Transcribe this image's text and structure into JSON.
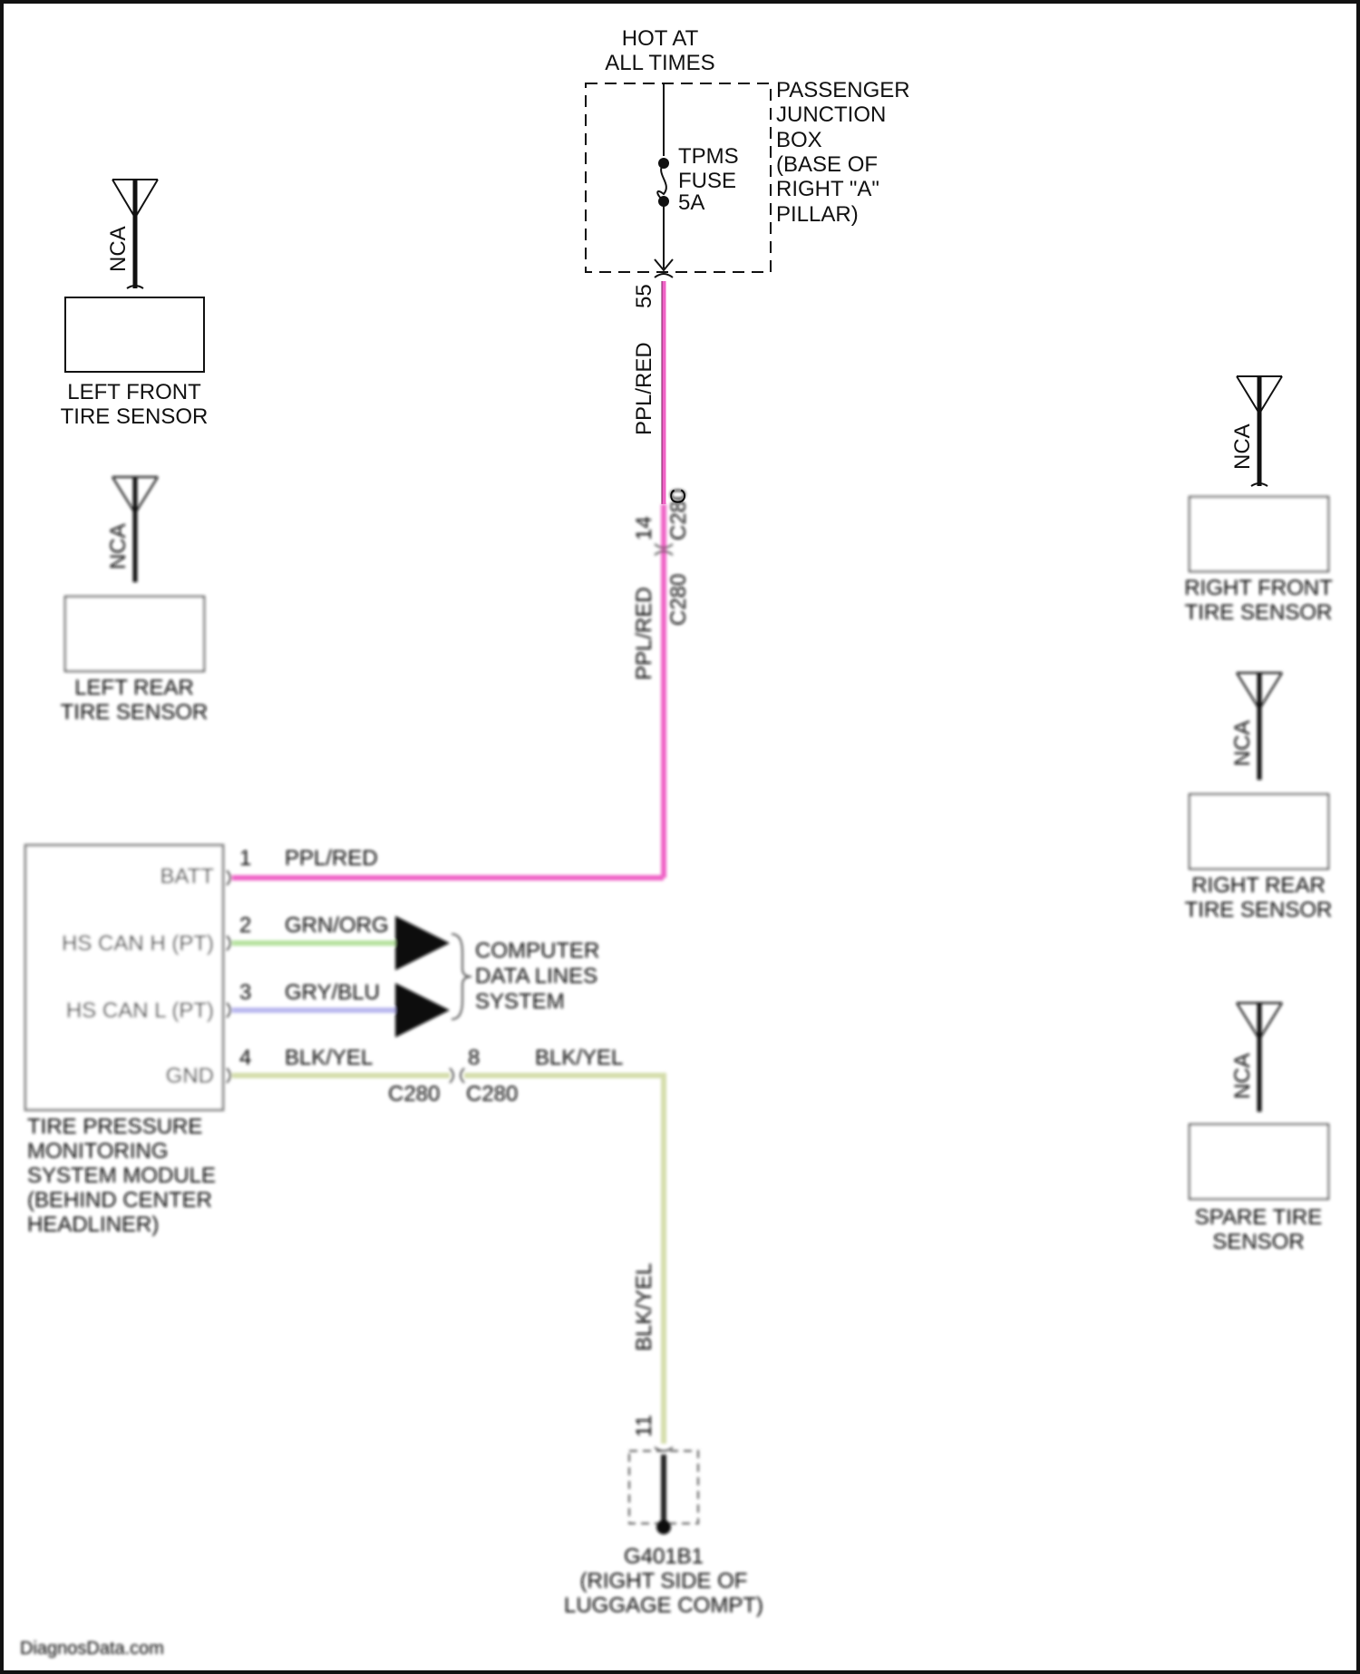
{
  "colors": {
    "batt_wire": "#ef63c6",
    "can_h_wire": "#b7e3a0",
    "can_l_wire": "#b9b8ef",
    "gnd_wire": "#d4ddab",
    "line": "#111111"
  },
  "power": {
    "hot_at_all_times": [
      "HOT AT",
      "ALL TIMES"
    ],
    "junction_box": [
      "PASSENGER",
      "JUNCTION",
      "BOX",
      "(BASE OF",
      "RIGHT \"A\"",
      "PILLAR)"
    ],
    "fuse": [
      "TPMS",
      "FUSE",
      "5A"
    ],
    "pin_55": "55",
    "wire_ppl_red": "PPL/RED",
    "connector_c": "C"
  },
  "sensors": {
    "left_front": {
      "label": [
        "LEFT FRONT",
        "TIRE SENSOR"
      ],
      "nca": "NCA"
    },
    "left_rear": {
      "label": [
        "LEFT REAR",
        "TIRE SENSOR"
      ],
      "nca": "NCA"
    },
    "right_front": {
      "label": [
        "RIGHT FRONT",
        "TIRE SENSOR"
      ],
      "nca": "NCA"
    },
    "right_rear": {
      "label": [
        "RIGHT REAR",
        "TIRE SENSOR"
      ],
      "nca": "NCA"
    },
    "spare": {
      "label": [
        "SPARE TIRE",
        "SENSOR"
      ],
      "nca": "NCA"
    }
  },
  "module": {
    "label": [
      "TIRE PRESSURE",
      "MONITORING",
      "SYSTEM MODULE",
      "(BEHIND CENTER",
      "HEADLINER)"
    ],
    "pins": [
      {
        "name": "BATT",
        "num": "1",
        "wire": "PPL/RED"
      },
      {
        "name": "HS CAN H (PT)",
        "num": "2",
        "wire": "GRN/ORG"
      },
      {
        "name": "HS CAN L (PT)",
        "num": "3",
        "wire": "GRY/BLU"
      },
      {
        "name": "GND",
        "num": "4",
        "wire": "BLK/YEL"
      }
    ]
  },
  "data_lines": [
    "COMPUTER",
    "DATA LINES",
    "SYSTEM"
  ],
  "splice": {
    "upper_pin": "14",
    "upper_connector": "C280",
    "upper_connector_b": "C280",
    "wire_upper": "PPL/RED",
    "lower_pin": "8",
    "lower_wire": "BLK/YEL",
    "lower_connector_left": "C280",
    "lower_connector_right": "C280",
    "vertical_wire": "BLK/YEL",
    "ground_pin": "11"
  },
  "ground": {
    "label": [
      "G401B1",
      "(RIGHT SIDE OF",
      "LUGGAGE COMPT)"
    ]
  },
  "watermark": "DiagnosData.com"
}
